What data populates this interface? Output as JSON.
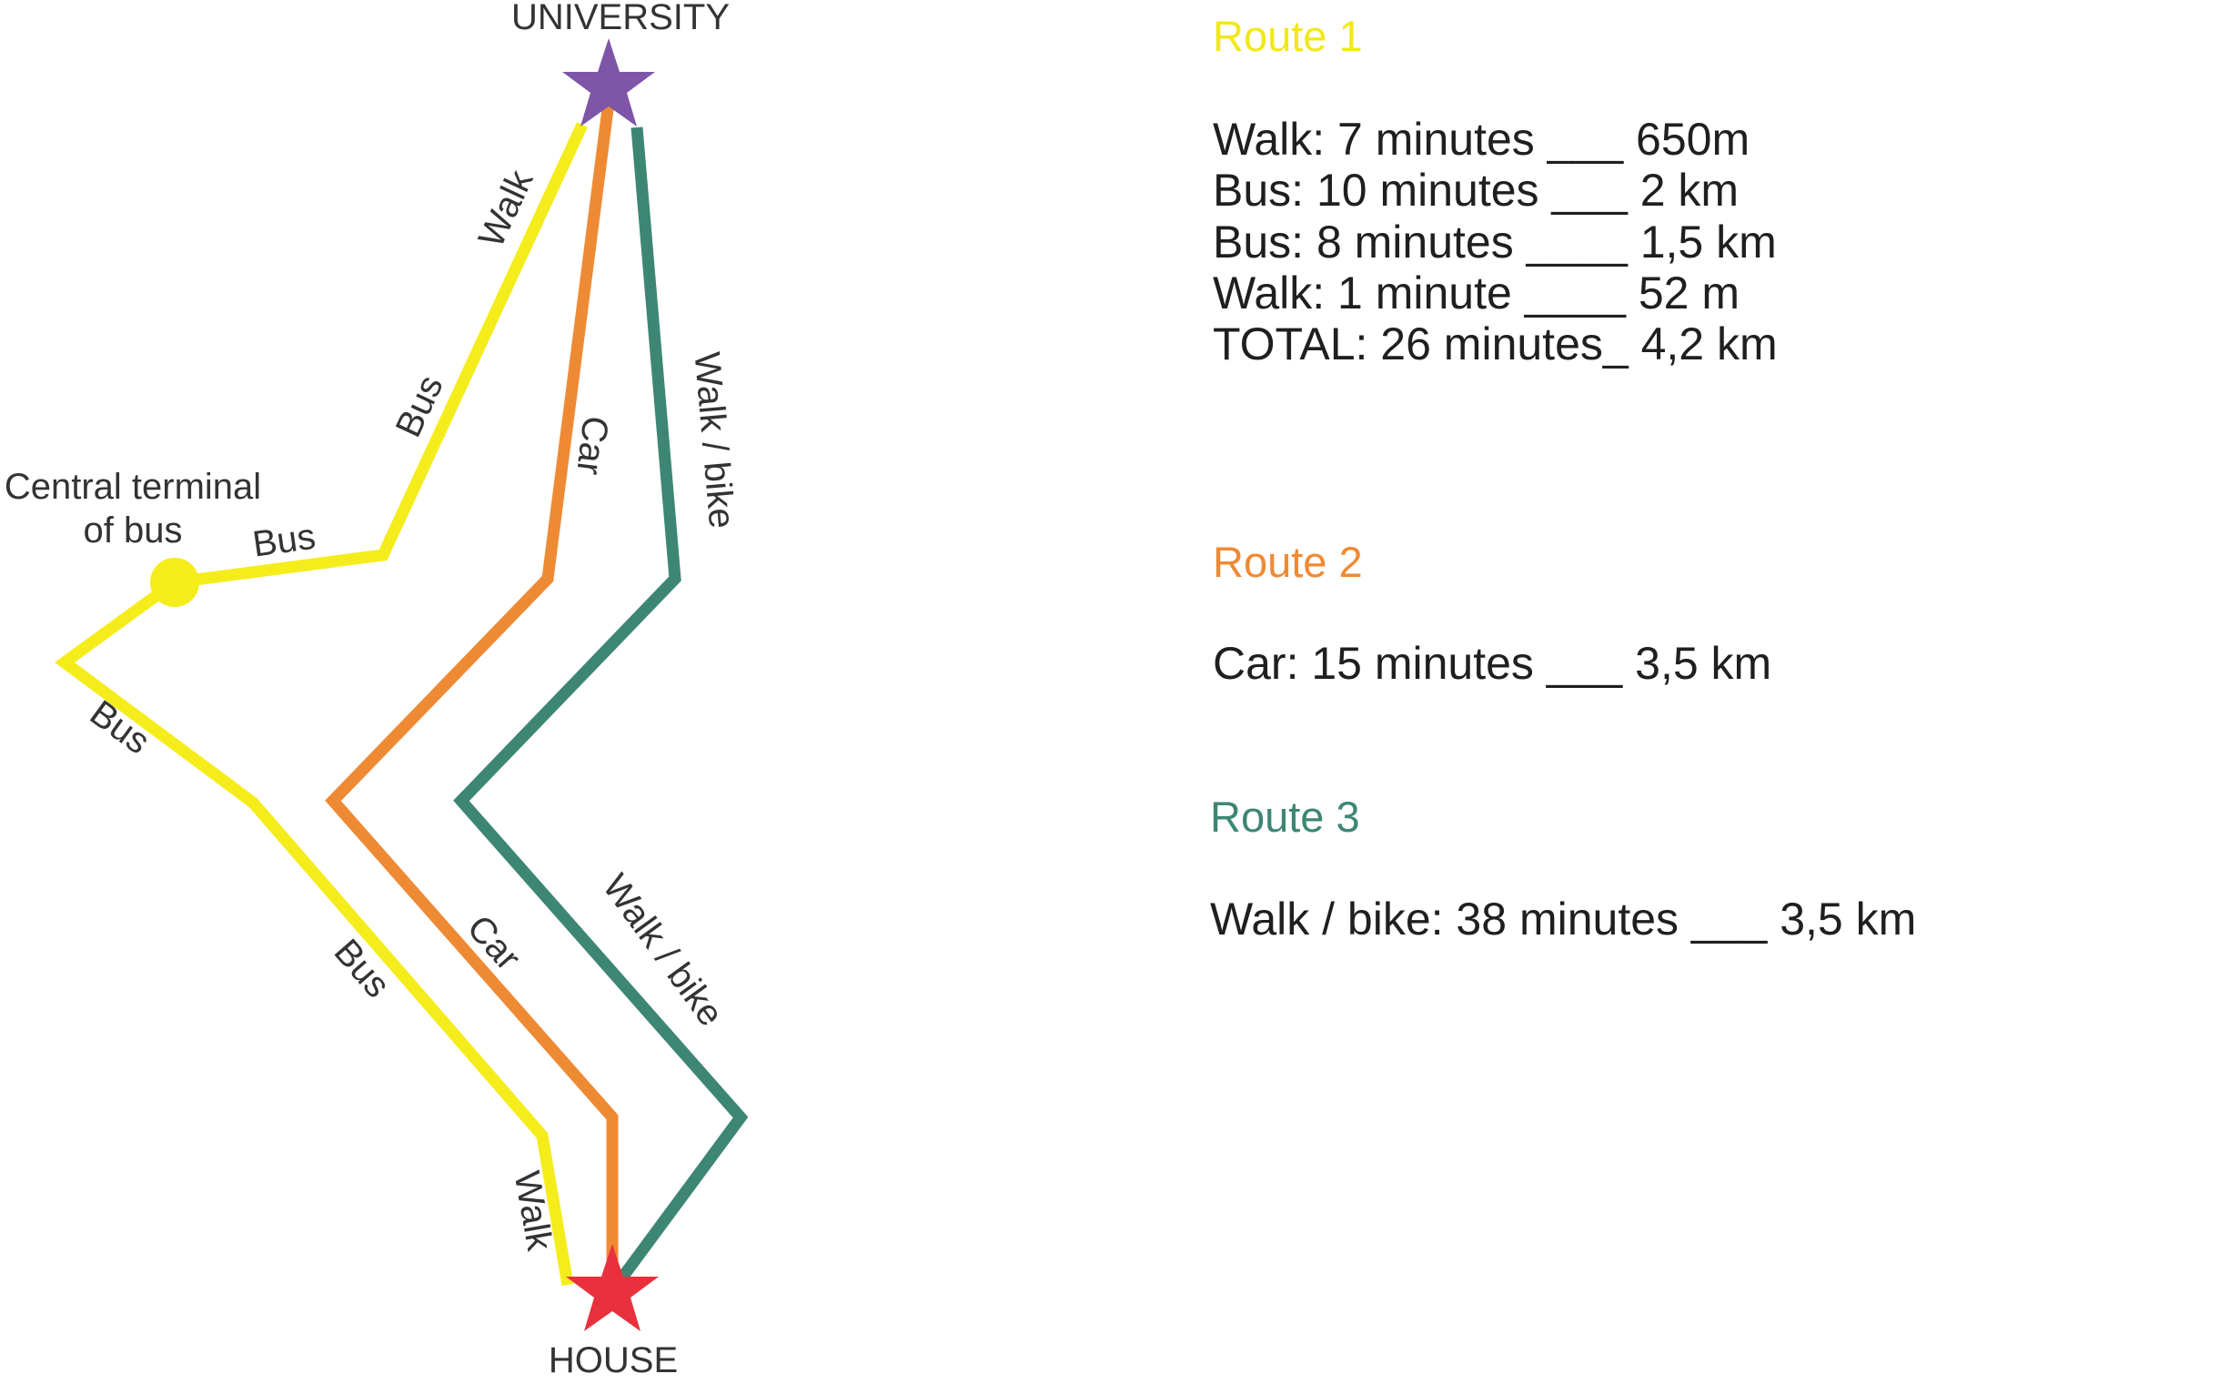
{
  "colors": {
    "route1": "#f5ec1c",
    "route1_title": "#f2e81a",
    "route2": "#ef8a34",
    "route3": "#3e8674",
    "university_star": "#7f55a8",
    "house_star": "#e8313c",
    "bus_terminal": "#f5ec1c"
  },
  "places": {
    "university": "UNIVERSITY",
    "house": "HOUSE",
    "terminal_line1": "Central terminal",
    "terminal_line2": "of bus"
  },
  "map_labels": {
    "walk_top": "Walk",
    "bus_upper": "Bus",
    "bus_terminal": "Bus",
    "bus_left": "Bus",
    "bus_lower": "Bus",
    "walk_bottom": "Walk",
    "car_upper": "Car",
    "car_lower": "Car",
    "walkbike_upper": "Walk / bike",
    "walkbike_lower": "Walk / bike"
  },
  "legend": {
    "route1": {
      "title": "Route 1",
      "lines": [
        "Walk: 7 minutes ___ 650m",
        "Bus: 10 minutes ___ 2 km",
        "Bus: 8 minutes ____ 1,5 km",
        "Walk: 1 minute ____ 52 m",
        "TOTAL: 26 minutes_ 4,2 km"
      ]
    },
    "route2": {
      "title": "Route 2",
      "lines": [
        "Car: 15 minutes ___ 3,5 km"
      ]
    },
    "route3": {
      "title": "Route 3",
      "lines": [
        "Walk / bike: 38 minutes ___ 3,5 km"
      ]
    }
  }
}
